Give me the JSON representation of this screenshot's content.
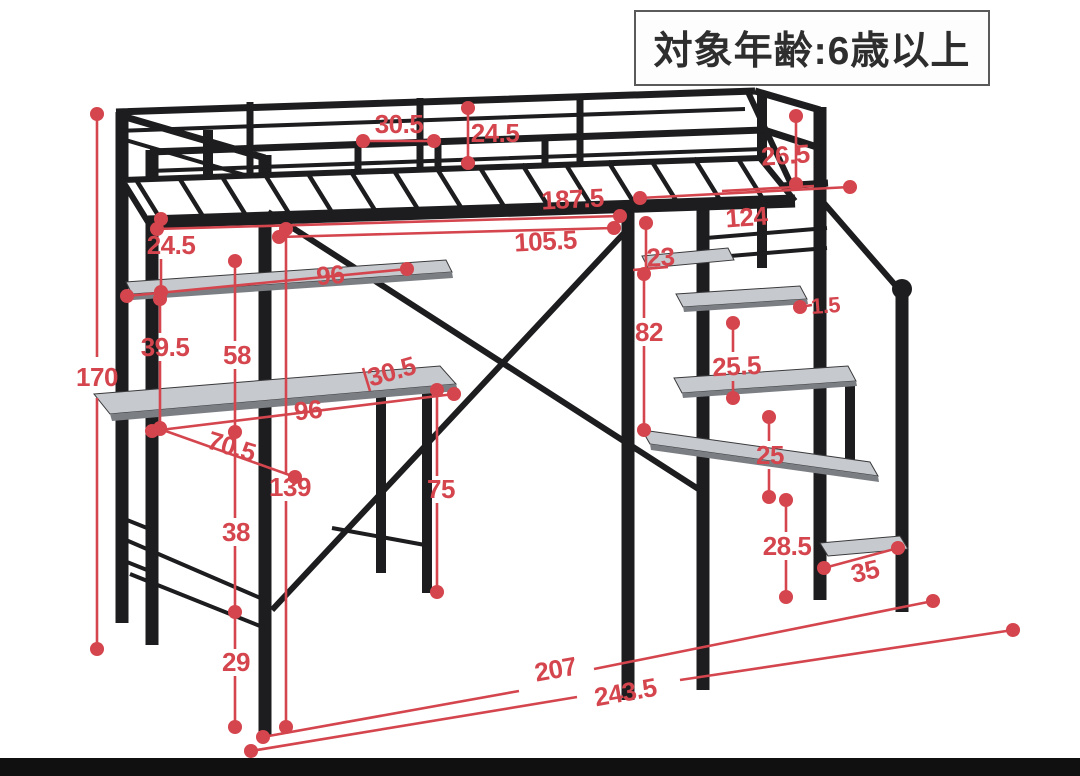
{
  "age_notice": {
    "text": "対象年齢:6歳以上"
  },
  "dimensions": {
    "top_rail_opening": "30.5",
    "guard_rail_height": "24.5",
    "stair_rail_height": "26.5",
    "bed_inner_length": "187.5",
    "stair_section_width": "124",
    "under_bed_width": "105.5",
    "bed_to_upper_shelf": "24.5",
    "deck_to_shelf_gap": "23",
    "upper_shelf_width": "96",
    "shelf_thickness": "1.5",
    "right_shelf_span": "82",
    "shelf_gap_upper": "25.5",
    "shelf_to_desk_left": "39.5",
    "bed_to_desk_left": "58",
    "desk_extension_depth": "30.5",
    "desk_width": "96",
    "desk_total_depth": "70.5",
    "shelf_gap_middle": "25",
    "under_bed_clearance": "139",
    "desk_height": "75",
    "lower_rail_gap": "38",
    "shelf_gap_lower": "28.5",
    "step_depth": "35",
    "base_rail_height": "29",
    "frame_length": "207",
    "total_length": "243.5",
    "total_height": "170"
  },
  "colors": {
    "dimension_red": "#d4454d",
    "frame_black": "#1d1d1f",
    "shelf_gray": "#c6c9cd",
    "notice_text": "#2e2e2e"
  }
}
